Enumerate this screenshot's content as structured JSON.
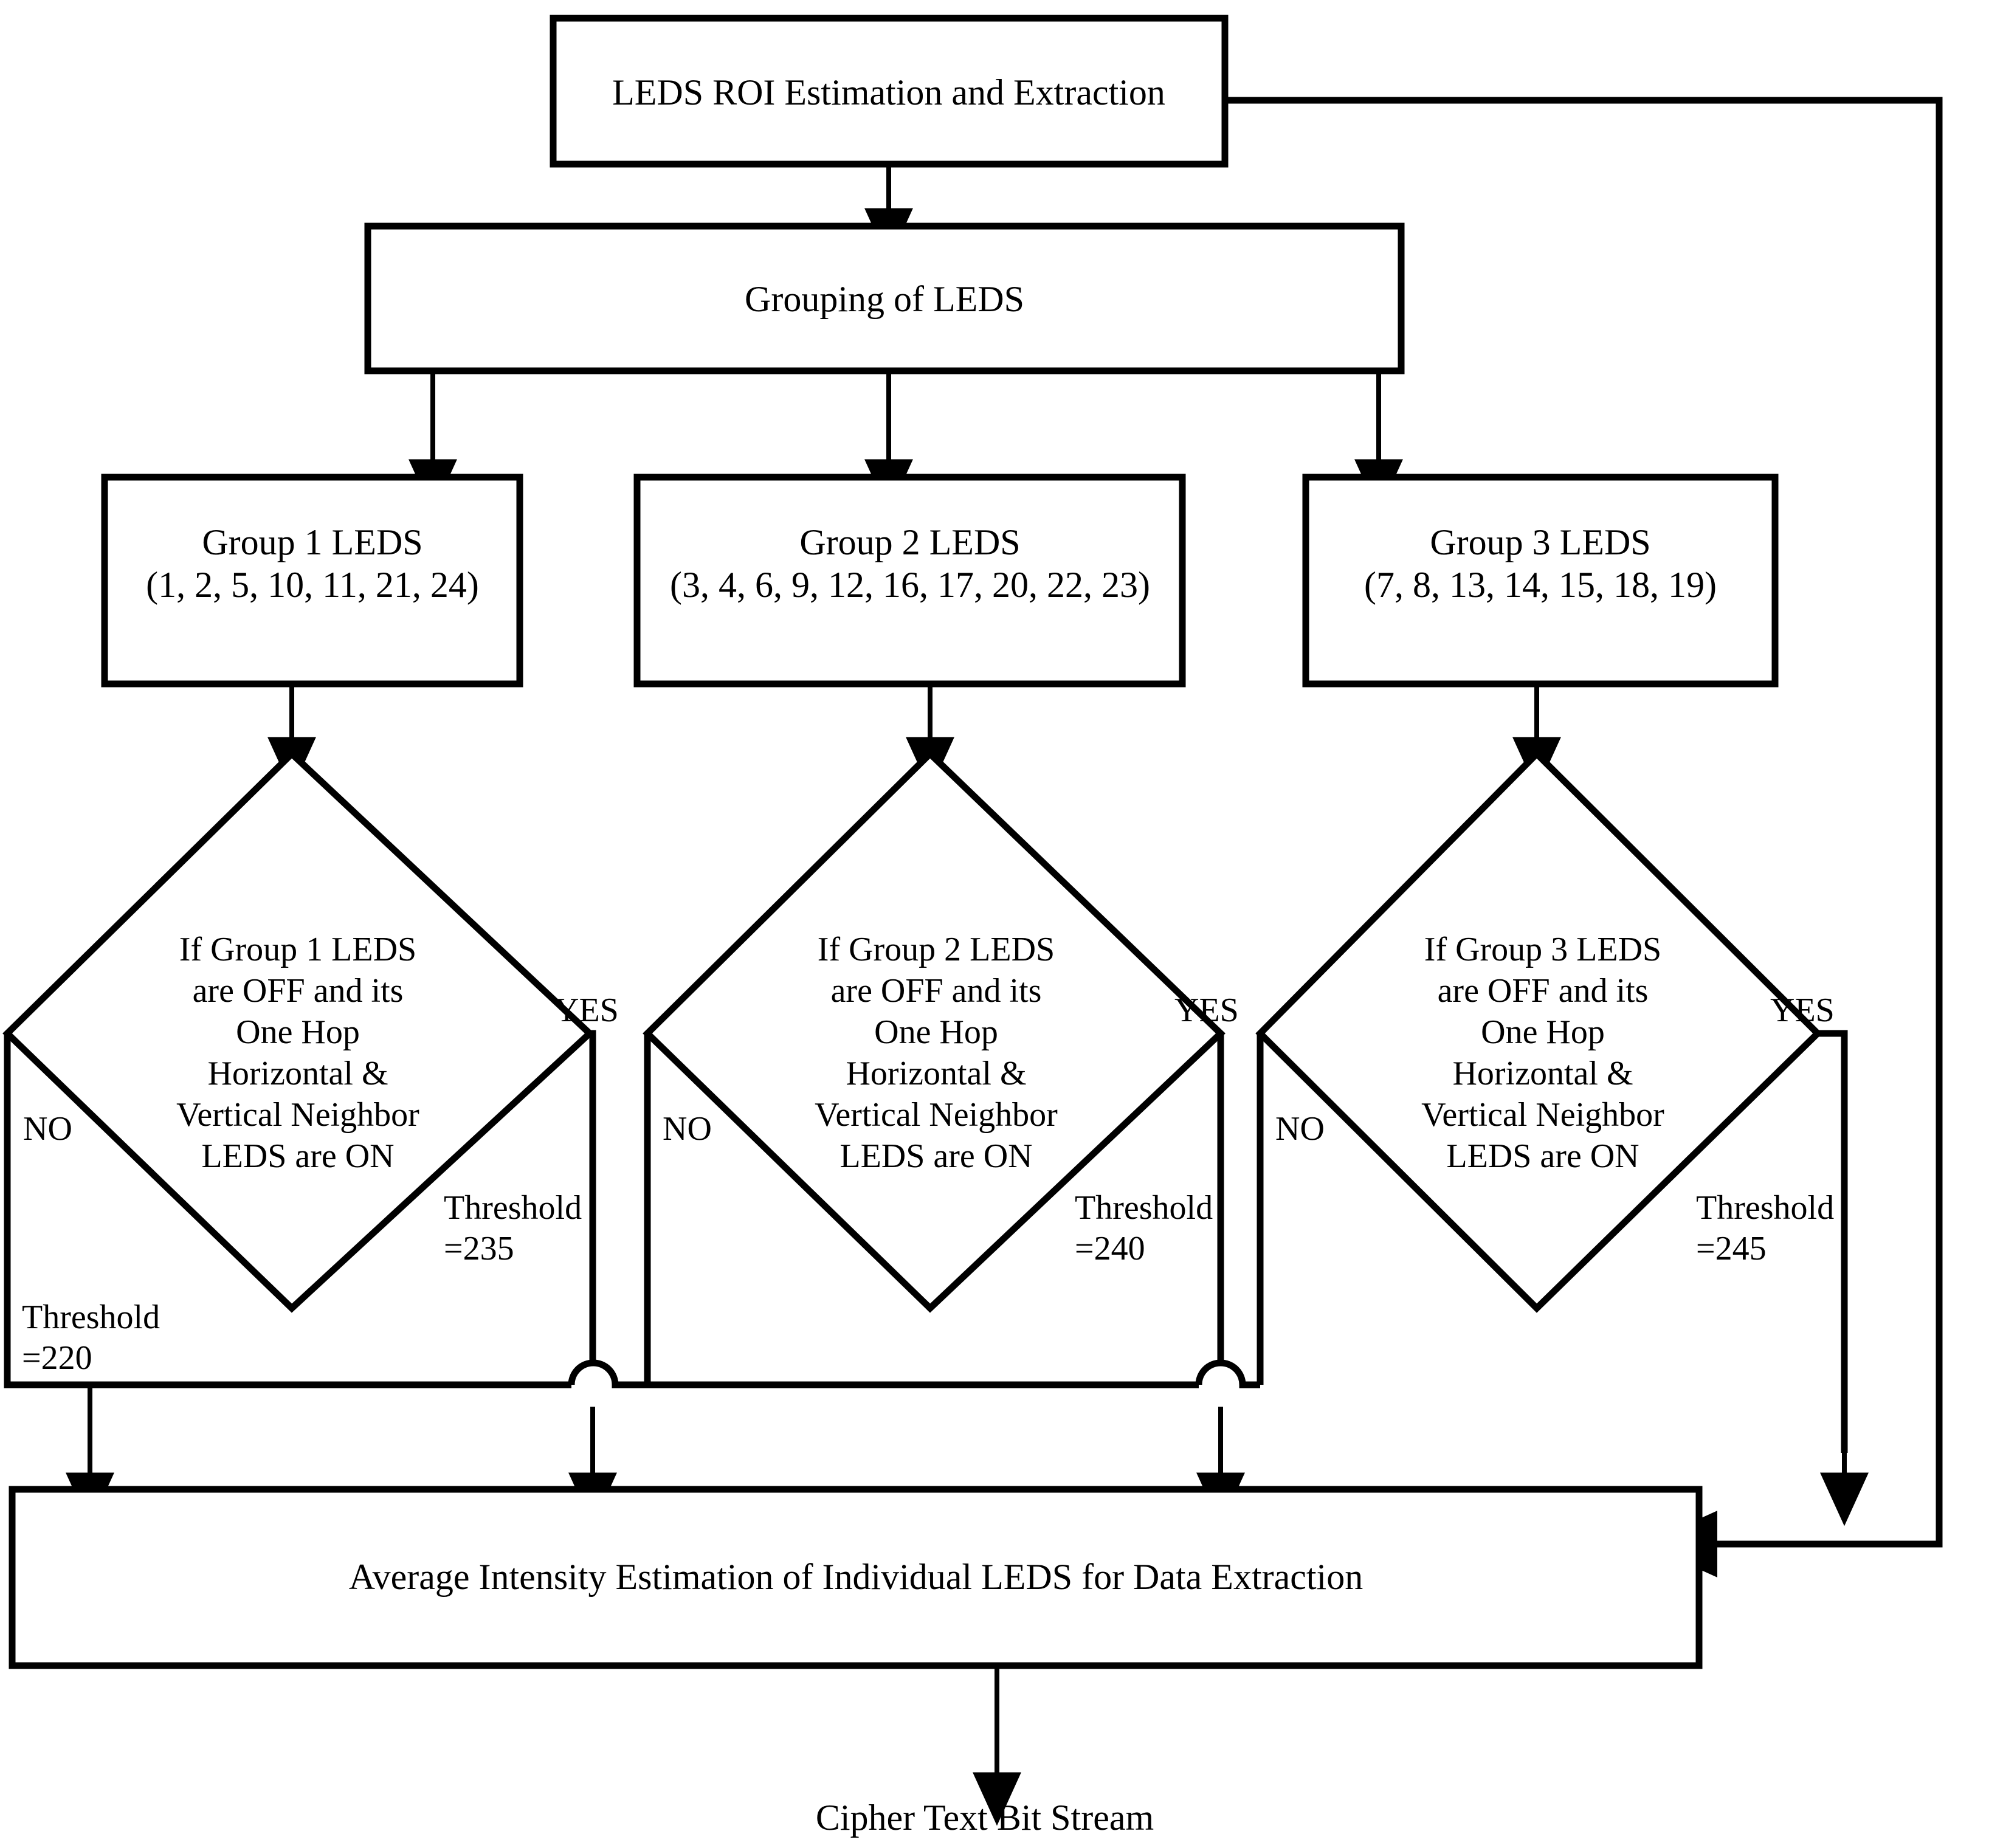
{
  "diagram": {
    "title_flow": "LEDS Decoding Flowchart",
    "nodes": {
      "roi": {
        "label": "LEDS ROI Estimation and Extraction"
      },
      "grouping": {
        "label": "Grouping of LEDS"
      },
      "group1": {
        "line1": "Group 1 LEDS",
        "line2": "(1, 2, 5, 10, 11, 21, 24)"
      },
      "group2": {
        "line1": "Group 2 LEDS",
        "line2": "(3, 4, 6, 9, 12, 16, 17, 20, 22, 23)"
      },
      "group3": {
        "line1": "Group 3 LEDS",
        "line2": "(7, 8, 13, 14, 15, 18, 19)"
      },
      "decision1": {
        "line1": "If Group 1 LEDS",
        "line2": "are OFF and its",
        "line3": "One Hop",
        "line4": "Horizontal &",
        "line5": "Vertical Neighbor",
        "line6": "LEDS are ON",
        "yes_label": "YES",
        "no_label": "NO",
        "yes_threshold_line1": "Threshold",
        "yes_threshold_line2": "=235",
        "no_threshold_line1": "Threshold",
        "no_threshold_line2": "=220"
      },
      "decision2": {
        "line1": "If Group 2 LEDS",
        "line2": "are OFF and its",
        "line3": "One Hop",
        "line4": "Horizontal &",
        "line5": "Vertical Neighbor",
        "line6": "LEDS are ON",
        "yes_label": "YES",
        "no_label": "NO",
        "yes_threshold_line1": "Threshold",
        "yes_threshold_line2": "=240"
      },
      "decision3": {
        "line1": "If Group 3 LEDS",
        "line2": "are OFF and its",
        "line3": "One Hop",
        "line4": "Horizontal &",
        "line5": "Vertical Neighbor",
        "line6": "LEDS are ON",
        "yes_label": "YES",
        "no_label": "NO",
        "yes_threshold_line1": "Threshold",
        "yes_threshold_line2": "=245"
      },
      "average": {
        "label": "Average Intensity Estimation of Individual LEDS for Data Extraction"
      },
      "output": {
        "label": "Cipher Text Bit Stream"
      }
    },
    "colors": {
      "stroke": "#000000",
      "fill": "#ffffff",
      "text": "#000000"
    }
  }
}
